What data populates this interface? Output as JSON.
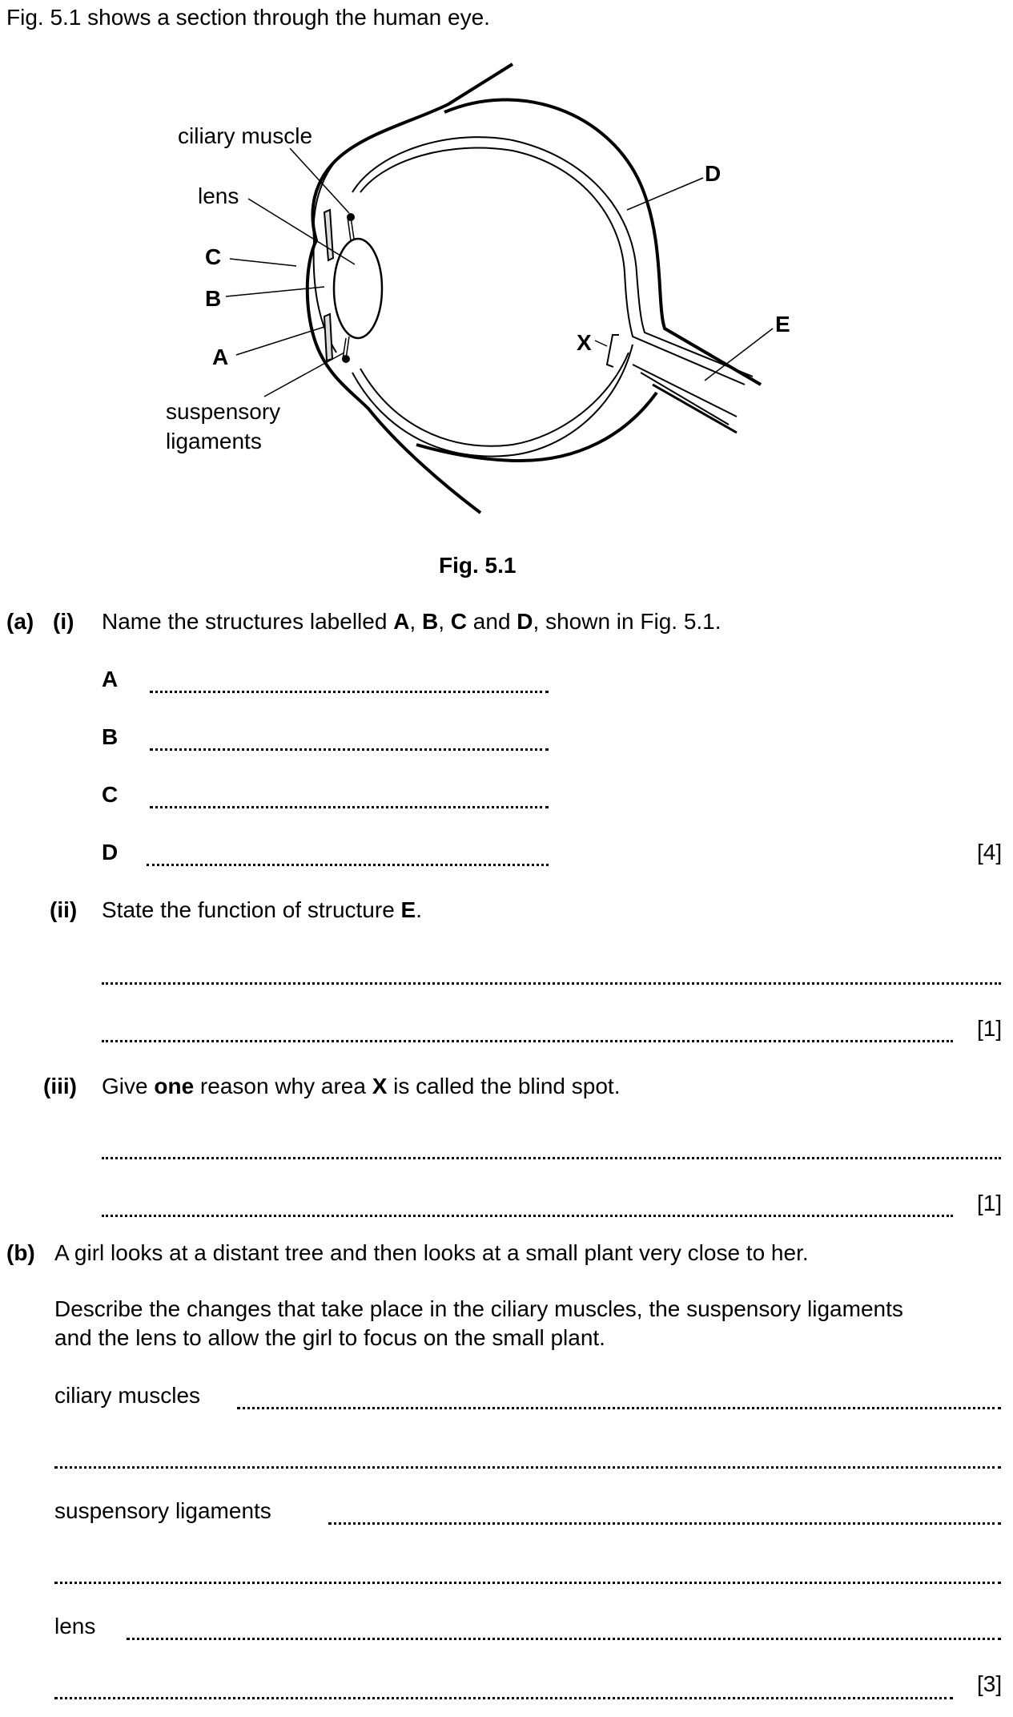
{
  "intro": "Fig. 5.1 shows a section through the human eye.",
  "figure": {
    "labels": {
      "ciliary_muscle": "ciliary muscle",
      "lens": "lens",
      "C": "C",
      "B": "B",
      "A": "A",
      "suspensory_1": "suspensory",
      "suspensory_2": "ligaments",
      "D": "D",
      "E": "E",
      "X": "X"
    },
    "caption": "Fig. 5.1"
  },
  "part_a": {
    "label": "(a)",
    "i": {
      "label": "(i)",
      "q_pre": "Name the structures labelled ",
      "q_A": "A",
      "q_sep1": ", ",
      "q_B": "B",
      "q_sep2": ", ",
      "q_C": "C",
      "q_and": " and ",
      "q_D": "D",
      "q_post": ", shown in Fig. 5.1.",
      "answers": [
        "A",
        "B",
        "C",
        "D"
      ],
      "marks": "[4]"
    },
    "ii": {
      "label": "(ii)",
      "q_pre": "State the function of structure ",
      "q_E": "E",
      "q_post": ".",
      "marks": "[1]"
    },
    "iii": {
      "label": "(iii)",
      "q_pre": "Give ",
      "q_one": "one",
      "q_mid": " reason why area ",
      "q_X": "X",
      "q_post": " is called the blind spot.",
      "marks": "[1]"
    }
  },
  "part_b": {
    "label": "(b)",
    "q1": "A girl looks at a distant tree and then looks at a small plant very close to her.",
    "q2_line1": "Describe the changes that take place in the ciliary muscles, the suspensory ligaments",
    "q2_line2": "and the lens to allow the girl to focus on the small plant.",
    "ciliary": "ciliary muscles",
    "suspensory": "suspensory ligaments",
    "lens": "lens",
    "marks": "[3]"
  }
}
